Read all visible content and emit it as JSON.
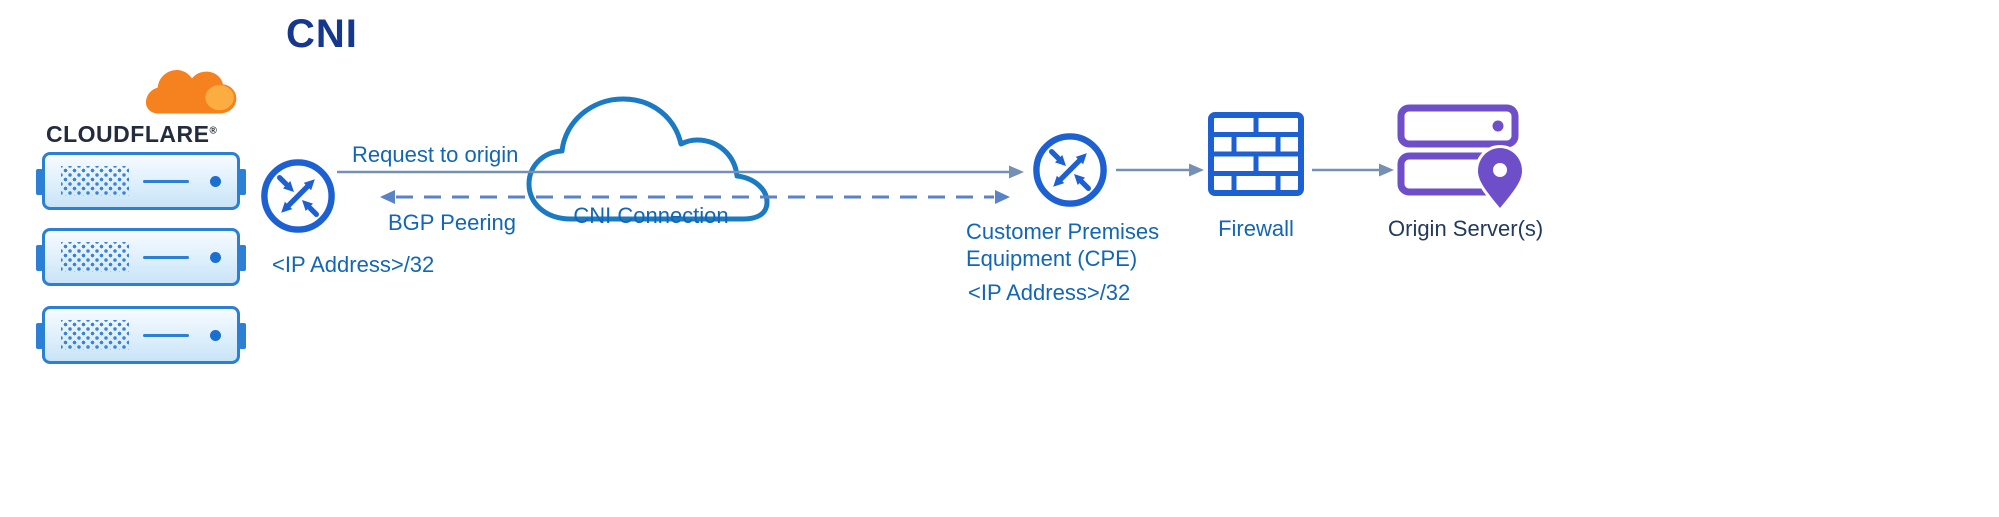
{
  "title": "CNI",
  "logo": {
    "wordmark": "CLOUDFLARE",
    "registered_mark": "®"
  },
  "nodes": {
    "cloudflare_router": {
      "ip_label": "<IP Address>/32"
    },
    "cloud": {
      "label": "CNI Connection"
    },
    "cpe": {
      "name_line1": "Customer Premises",
      "name_line2": "Equipment (CPE)",
      "ip_label": "<IP Address>/32"
    },
    "firewall": {
      "label": "Firewall"
    },
    "origin": {
      "label": "Origin Server(s)"
    }
  },
  "connections": {
    "request_to_origin": {
      "label": "Request to origin",
      "style": "solid",
      "direction": "right"
    },
    "bgp_peering": {
      "label": "BGP Peering",
      "style": "dashed",
      "direction": "both"
    }
  },
  "colors": {
    "icon_blue": "#1d60d2",
    "cloud_blue": "#1b7ac2",
    "server_border_blue": "#2b7fd4",
    "label_blue": "#1266b5",
    "title_blue": "#15388f",
    "arrow_gray_blue": "#7590b5",
    "dashed_blue": "#5b82c6",
    "logo_orange": "#f6821f",
    "logo_orange_light": "#fbad41",
    "origin_purple": "#6e4fc9",
    "origin_label_navy": "#223a5e"
  }
}
